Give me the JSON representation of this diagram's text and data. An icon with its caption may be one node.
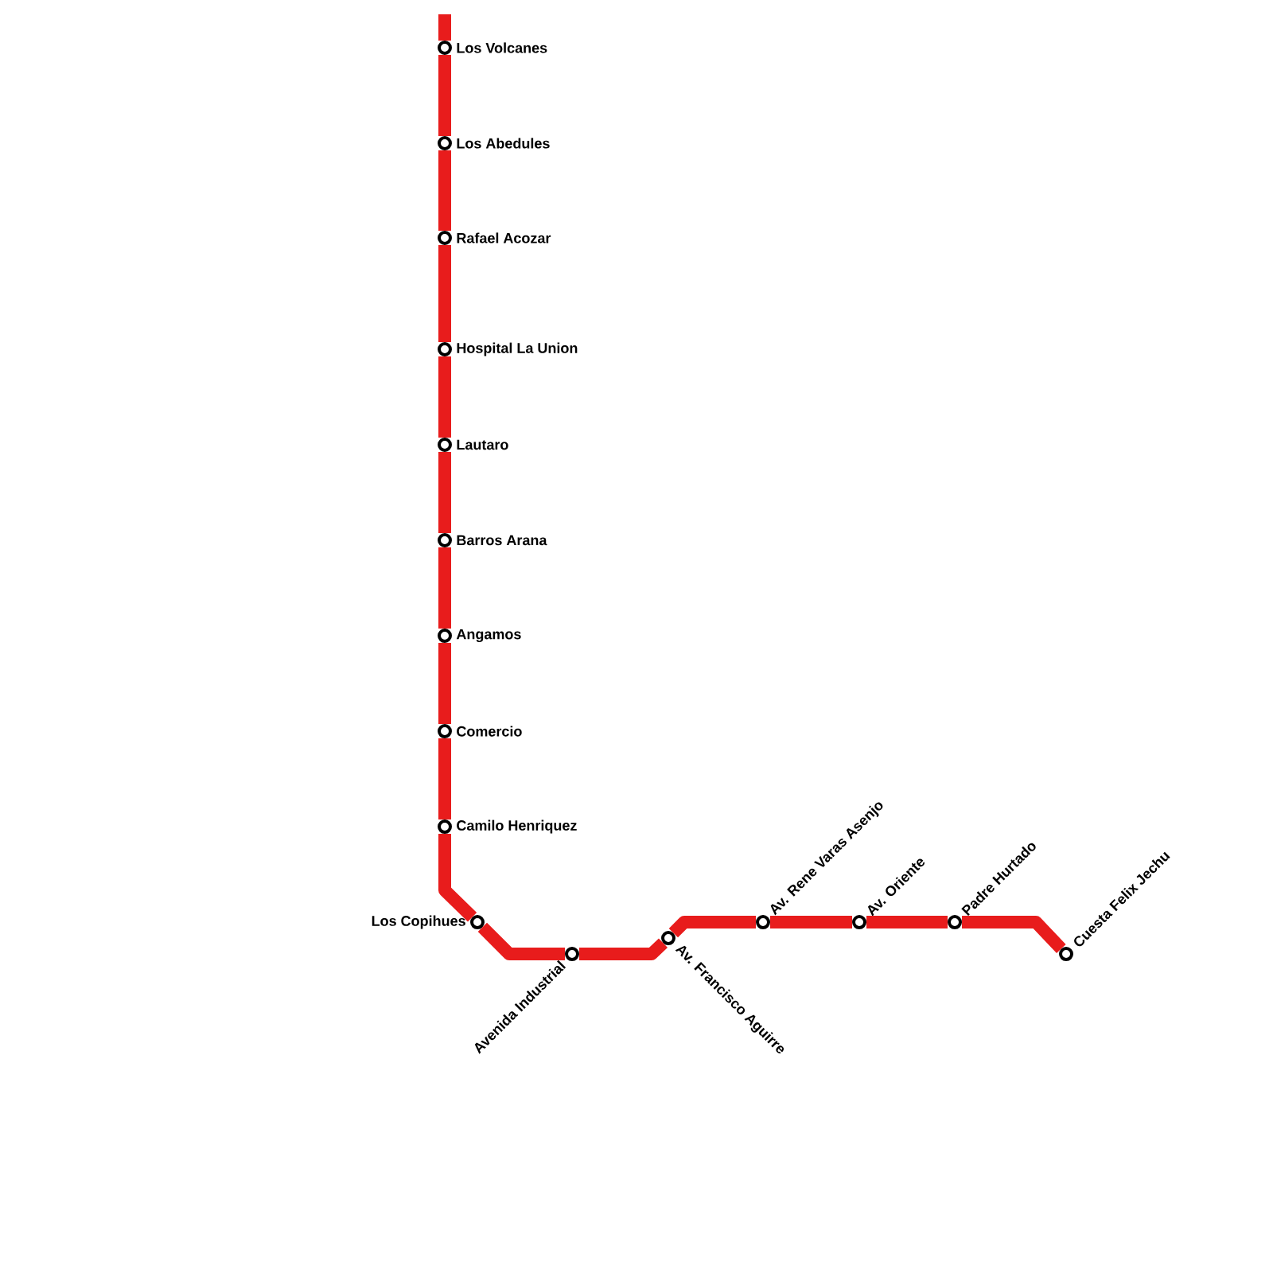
{
  "diagram": {
    "nodes": [
      {
        "text": [
          "Los Volcanes"
        ]
      },
      {
        "text": [
          "Los Abedules"
        ]
      },
      {
        "text": [
          "Rafael Acozar"
        ]
      },
      {
        "text": [
          "Hospital La Union"
        ]
      },
      {
        "text": [
          "Lautaro"
        ]
      },
      {
        "text": [
          "Barros Arana"
        ]
      },
      {
        "text": [
          "Angamos"
        ]
      },
      {
        "text": [
          "Comercio"
        ]
      },
      {
        "text": [
          "Camilo Henriquez"
        ]
      },
      {
        "text": [
          "Los Copihues"
        ]
      },
      {
        "text": [
          "Avenida Industrial"
        ]
      },
      {
        "text": [
          "Av. Francisco Aguirre"
        ]
      },
      {
        "text": [
          "Av. Rene Varas Asenjo"
        ]
      },
      {
        "text": [
          "Av. Oriente"
        ]
      },
      {
        "text": [
          "Padre Hurtado"
        ]
      },
      {
        "text": [
          "Cuesta Felix Jechu"
        ]
      }
    ],
    "edges": [
      {
        "from": null,
        "to": 0,
        "arrow": "none"
      },
      {
        "from": 0,
        "to": 1,
        "arrow": "none"
      },
      {
        "from": 1,
        "to": 2,
        "arrow": "none"
      },
      {
        "from": 2,
        "to": 3,
        "arrow": "none"
      },
      {
        "from": 3,
        "to": 4,
        "arrow": "none"
      },
      {
        "from": 4,
        "to": 5,
        "arrow": "none"
      },
      {
        "from": 5,
        "to": 6,
        "arrow": "none"
      },
      {
        "from": 6,
        "to": 7,
        "arrow": "none"
      },
      {
        "from": 7,
        "to": 8,
        "arrow": "none"
      },
      {
        "from": 8,
        "to": 9,
        "arrow": "none"
      },
      {
        "from": 9,
        "to": 10,
        "arrow": "none"
      },
      {
        "from": 10,
        "to": 11,
        "arrow": "none"
      },
      {
        "from": 11,
        "to": 12,
        "arrow": "none"
      },
      {
        "from": 12,
        "to": 13,
        "arrow": "none"
      },
      {
        "from": 13,
        "to": 14,
        "arrow": "none"
      },
      {
        "from": 14,
        "to": 15,
        "arrow": "none"
      }
    ]
  }
}
